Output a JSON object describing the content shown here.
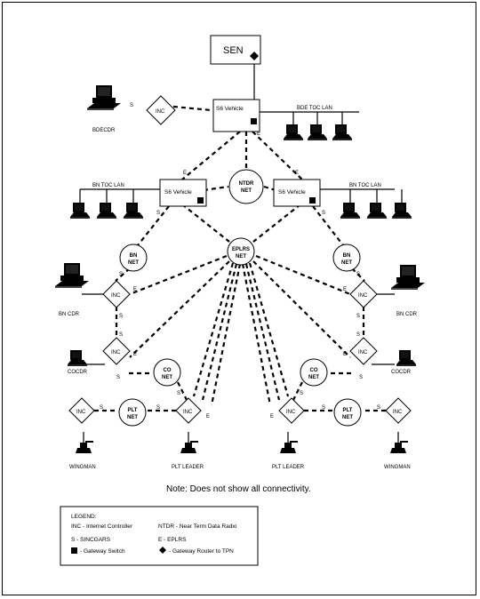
{
  "nodes": {
    "sen": "SEN",
    "s6_top": "S6 Vehicle",
    "s6_left": "S6 Vehicle",
    "s6_right": "S6 Vehicle",
    "ntdr": [
      "NTDR",
      "NET"
    ],
    "eplrs": [
      "EPLRS",
      "NET"
    ],
    "bn_net_left": [
      "BN",
      "NET"
    ],
    "bn_net_right": [
      "BN",
      "NET"
    ],
    "co_net_left": [
      "CO",
      "NET"
    ],
    "co_net_right": [
      "CO",
      "NET"
    ],
    "plt_net_left": [
      "PLT",
      "NET"
    ],
    "plt_net_right": [
      "PLT",
      "NET"
    ],
    "inc": "INC"
  },
  "labels": {
    "bde_toc_lan": "BDE TOC LAN",
    "bn_toc_lan_left": "BN TOC LAN",
    "bn_toc_lan_right": "BN TOC LAN",
    "bdecdr": "BDECDR",
    "bn_cdr_left": "BN CDR",
    "bn_cdr_right": "BN CDR",
    "cocdr_left": "COCDR",
    "cocdr_right": "COCDR",
    "wingman_left": "WINGMAN",
    "wingman_right": "WINGMAN",
    "plt_leader_left": "PLT LEADER",
    "plt_leader_right": "PLT LEADER",
    "s": "S",
    "e": "E"
  },
  "note": "Note:  Does not show all connectivity.",
  "legend": {
    "title": "LEGEND:",
    "inc": "INC - Internet Controller",
    "ntdr": "NTDR - Near Term Data Radio",
    "s": "S - SINCGARS",
    "e": "E - EPLRS",
    "gateway_switch": "- Gateway Switch",
    "gateway_router": "- Gateway Router to TPN"
  }
}
